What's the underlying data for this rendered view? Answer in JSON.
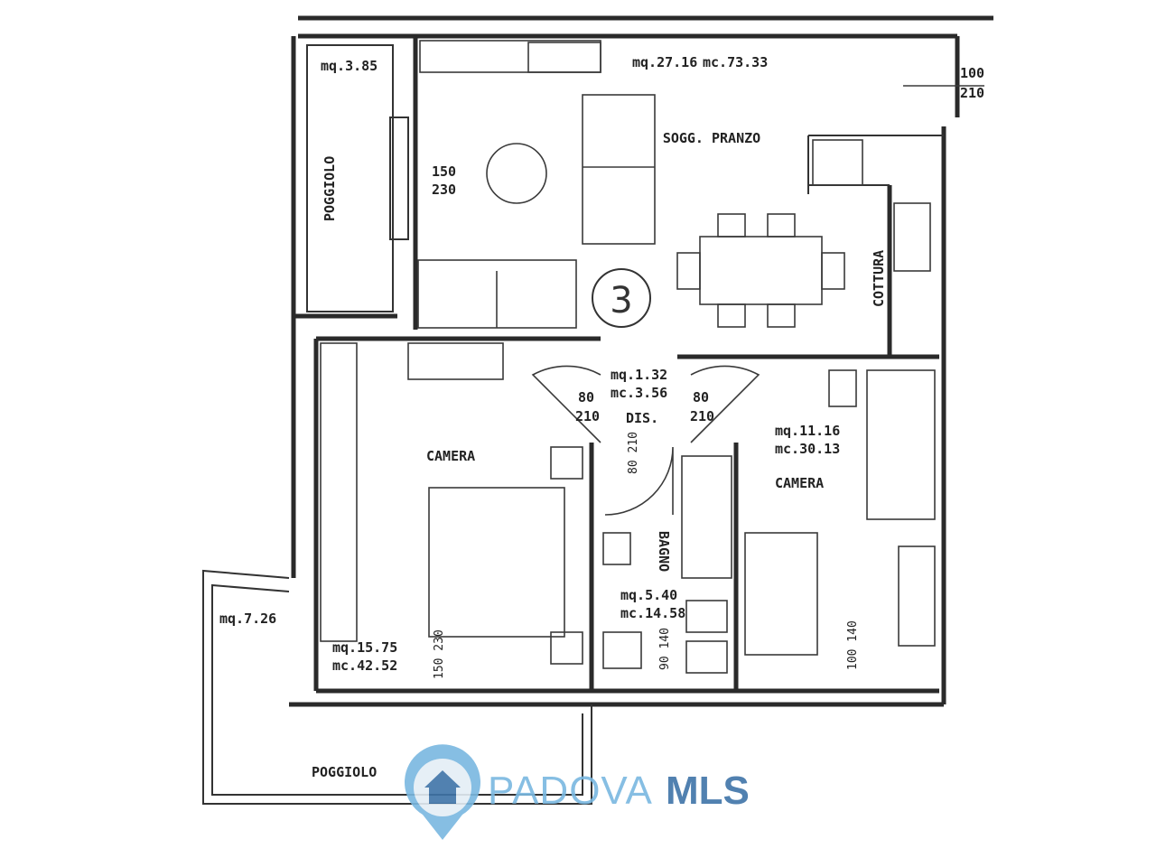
{
  "plan": {
    "unit_number": "3",
    "living": {
      "name": "SOGG. PRANZO",
      "area": "mq.27.16",
      "volume": "mc.73.33",
      "window": [
        "150",
        "230"
      ]
    },
    "entry_door": [
      "100",
      "210"
    ],
    "kitchen": {
      "name": "COTTURA"
    },
    "balcony_top": {
      "name": "POGGIOLO",
      "area": "mq.3.85"
    },
    "hall": {
      "name": "DIS.",
      "area": "mq.1.32",
      "volume": "mc.3.56",
      "door_left": [
        "80",
        "210"
      ],
      "door_right": [
        "80",
        "210"
      ],
      "door_bath": "80 210"
    },
    "bedroom_left": {
      "name": "CAMERA",
      "area": "mq.15.75",
      "volume": "mc.42.52",
      "window": "150 230"
    },
    "bathroom": {
      "name": "BAGNO",
      "area": "mq.5.40",
      "volume": "mc.14.58",
      "window": "90 140"
    },
    "bedroom_right": {
      "name": "CAMERA",
      "area": "mq.11.16",
      "volume": "mc.30.13",
      "window": "100 140"
    },
    "balcony_bottom": {
      "name": "POGGIOLO",
      "area": "mq.7.26"
    }
  },
  "logo": {
    "light": "PADOVA",
    "dark": "MLS",
    "colors": {
      "light": "#7ab8e0",
      "dark": "#3f74a8"
    }
  }
}
